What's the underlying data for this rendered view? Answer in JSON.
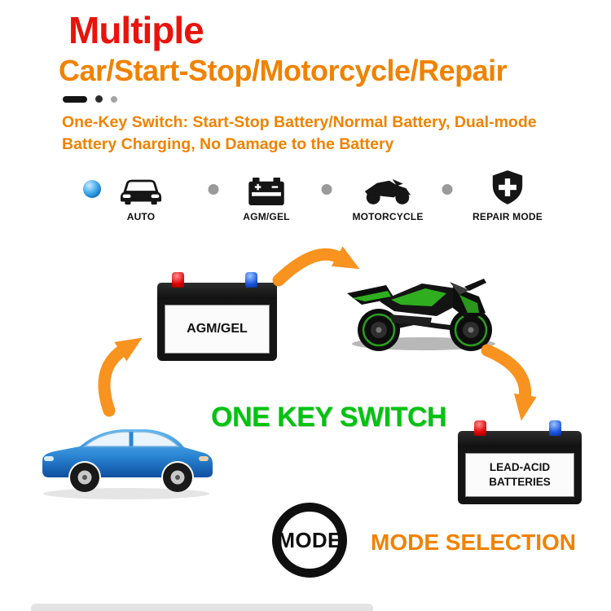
{
  "header": {
    "title": "Multiple",
    "subtitle": "Car/Start-Stop/Motorcycle/Repair",
    "description": {
      "line1": "One-Key Switch: Start-Stop Battery/Normal Battery, Dual-mode",
      "line2": "Battery Charging, No Damage to the Battery"
    }
  },
  "mode_bar": {
    "items": [
      {
        "label": "AUTO",
        "icon": "car-front-icon"
      },
      {
        "label": "AGM/GEL",
        "icon": "battery-icon"
      },
      {
        "label": "MOTORCYCLE",
        "icon": "motorcycle-icon"
      },
      {
        "label": "REPAIR MODE",
        "icon": "shield-plus-icon"
      }
    ]
  },
  "diagram": {
    "agm_battery_label": "AGM/GEL",
    "lead_acid_line1": "LEAD-ACID",
    "lead_acid_line2": "BATTERIES",
    "one_key_switch": "ONE KEY SWITCH"
  },
  "footer": {
    "mode_button": "MODE",
    "caption": "MODE SELECTION"
  },
  "colors": {
    "title_red": "#e8140c",
    "accent_orange": "#f08200",
    "arrow_orange": "#f7931e",
    "green_text": "#00c30f",
    "bike_green": "#2fae1f",
    "indicator_blue": "#0e6ebe"
  }
}
